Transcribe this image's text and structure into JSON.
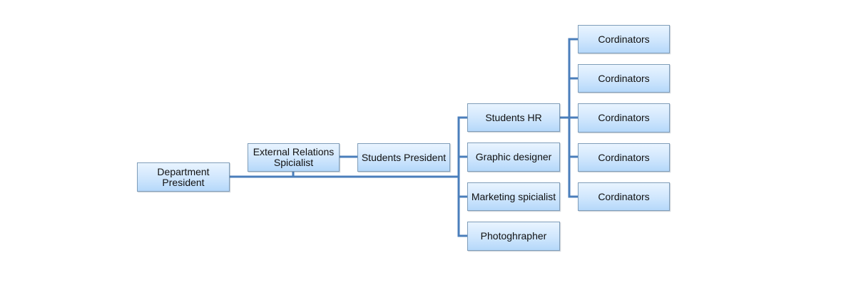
{
  "colors": {
    "connector": "#4a7ebb",
    "box_border": "#7f9db9",
    "box_fill_top": "#e9f4ff",
    "box_fill_bottom": "#b5d8fa"
  },
  "org_chart": {
    "department_president": "Department\nPresident",
    "external_relations": "External Relations\nSpicialist",
    "students_president": "Students President",
    "students_hr": "Students HR",
    "graphic_designer": "Graphic designer",
    "marketing_specialist": "Marketing spicialist",
    "photographer": "Photoghrapher",
    "coordinators": [
      "Cordinators",
      "Cordinators",
      "Cordinators",
      "Cordinators",
      "Cordinators"
    ]
  }
}
